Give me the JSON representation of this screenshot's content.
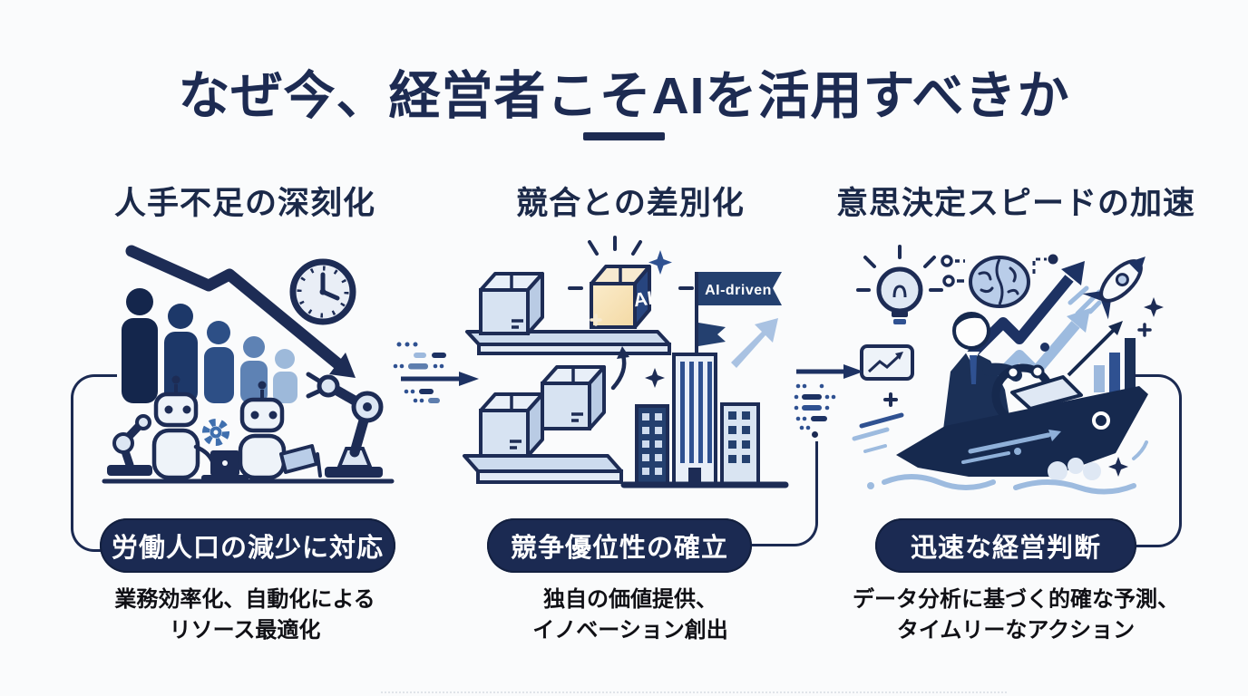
{
  "slide": {
    "title": "なぜ今、経営者こそAIを活用すべきか"
  },
  "columns": [
    {
      "id": "labor-shortage",
      "header": "人手不足の深刻化",
      "badge": "労働人口の減少に対応",
      "description": [
        "業務効率化、自動化による",
        "リソース最適化"
      ]
    },
    {
      "id": "differentiation",
      "header": "競合との差別化",
      "badge": "競争優位性の確立",
      "description": [
        "独自の価値提供、",
        "イノベーション創出"
      ],
      "flag_label": "AI-driven",
      "ai_box_label": "AI"
    },
    {
      "id": "decision-speed",
      "header": "意思決定スピードの加速",
      "badge": "迅速な経営判断",
      "description": [
        "データ分析に基づく的確な予測、",
        "タイムリーなアクション"
      ]
    }
  ],
  "colors": {
    "navy": "#1d2b52",
    "badge_navy": "#1b2a52",
    "medium_blue": "#2f5191",
    "light_blue": "#9db9dd",
    "pale_blue": "#ccdbee",
    "glow_orange": "#f4daa5",
    "text_dark": "#101015",
    "background": "#fafbfc"
  }
}
